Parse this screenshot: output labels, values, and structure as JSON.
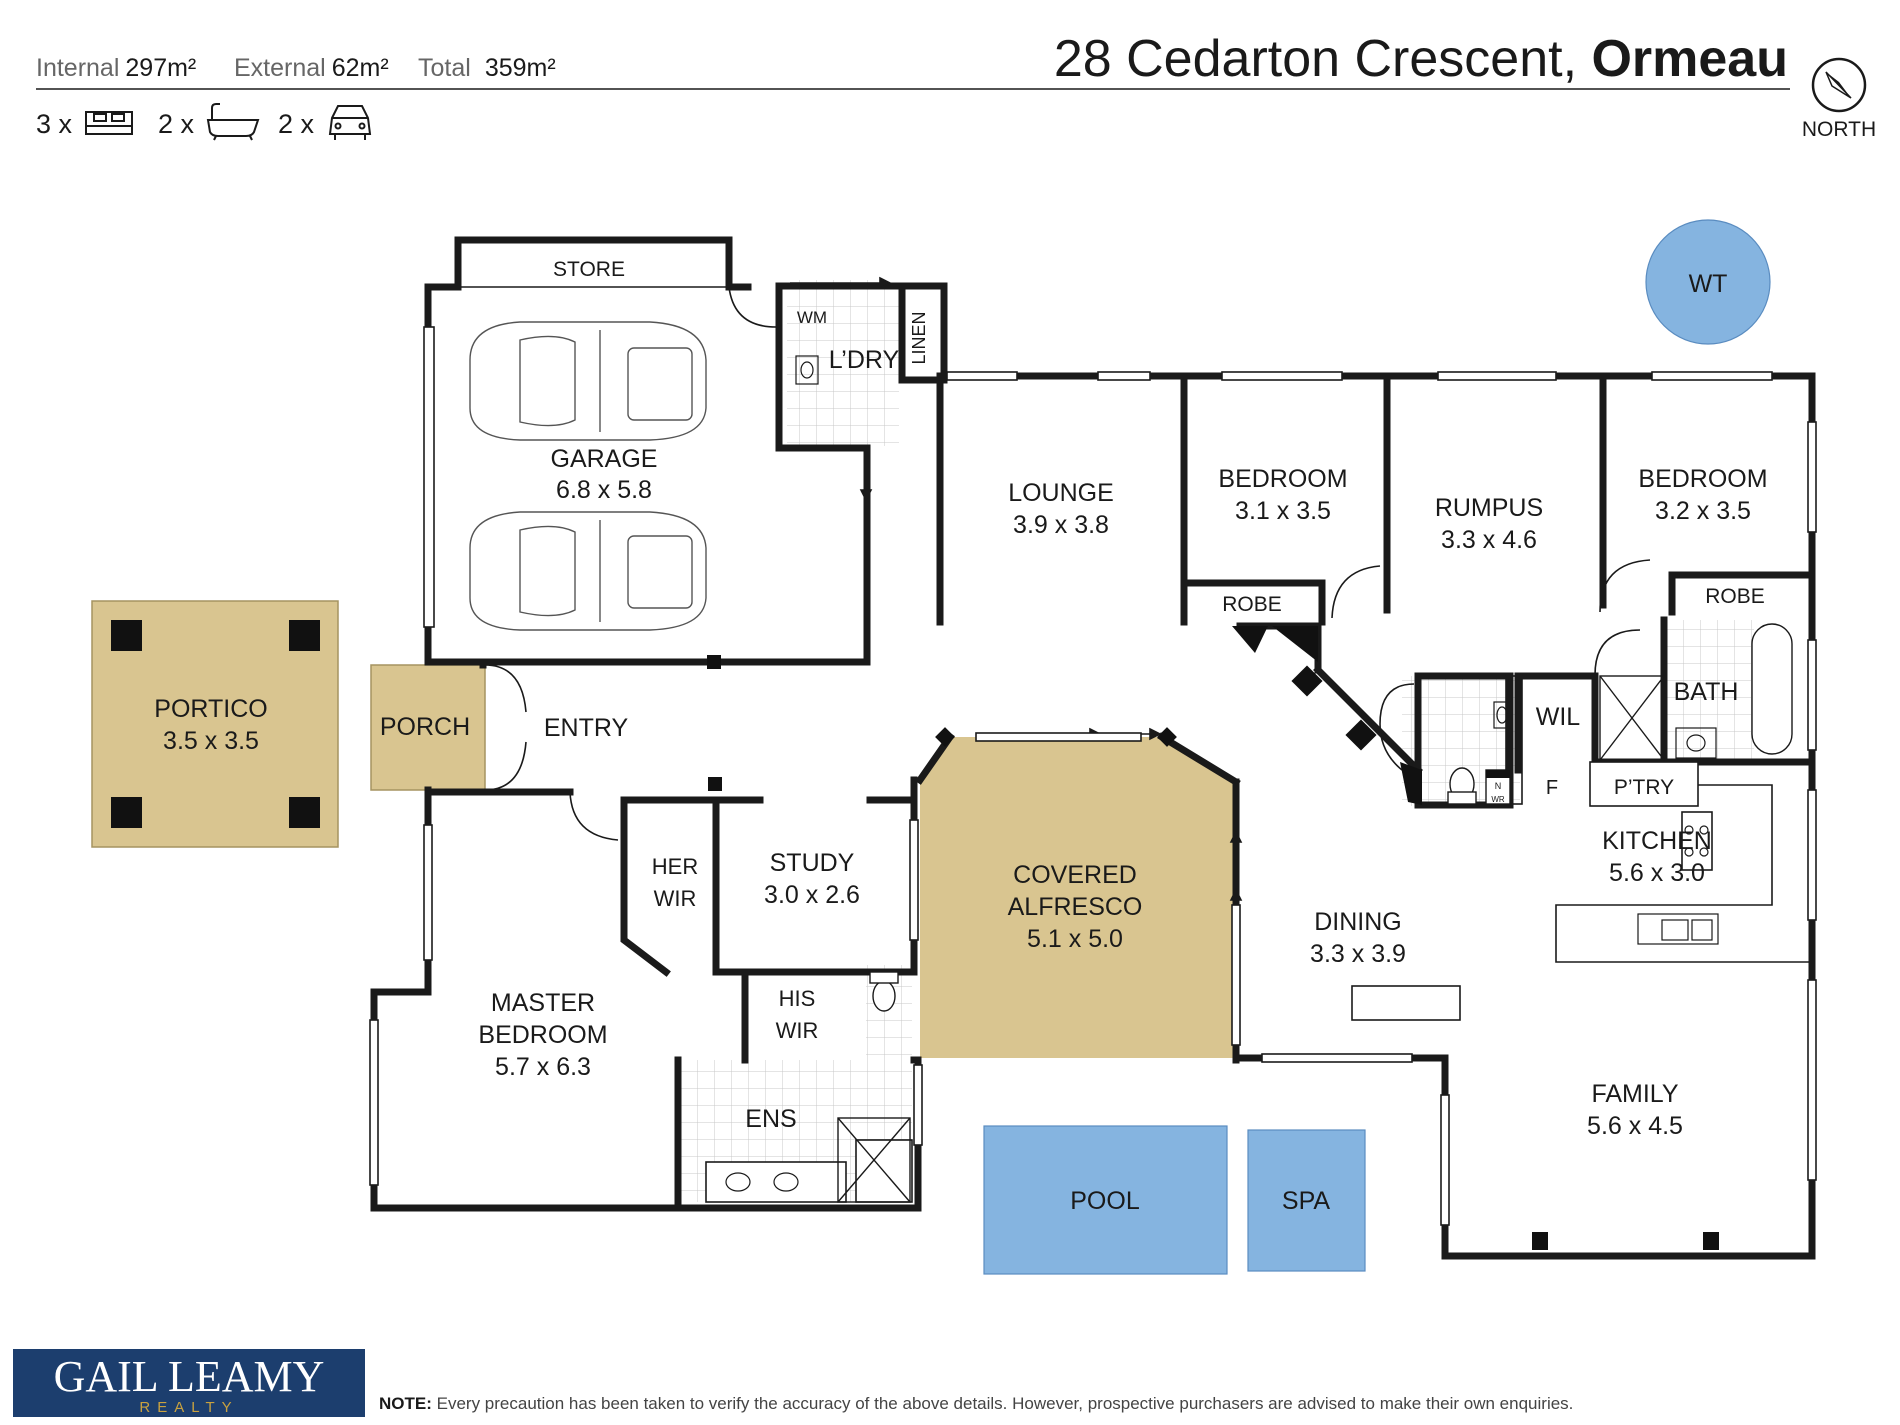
{
  "header": {
    "internal_label": "Internal",
    "internal_value": "297m²",
    "external_label": "External",
    "external_value": "62m²",
    "total_label": "Total",
    "total_value": "359m²",
    "address_street": "28 Cedarton Crescent, ",
    "address_suburb": "Ormeau",
    "bed_count": "3 x",
    "bath_count": "2 x",
    "car_count": "2 x",
    "north_label": "NORTH"
  },
  "rooms": {
    "store": "STORE",
    "wm": "WM",
    "laundry": "L’DRY",
    "linen": "LINEN",
    "garage": "GARAGE",
    "garage_dim": "6.8 x 5.8",
    "lounge": "LOUNGE",
    "lounge_dim": "3.9 x 3.8",
    "bedroom2": "BEDROOM",
    "bedroom2_dim": "3.1 x 3.5",
    "robe2": "ROBE",
    "rumpus": "RUMPUS",
    "rumpus_dim": "3.3 x 4.6",
    "bedroom3": "BEDROOM",
    "bedroom3_dim": "3.2 x 3.5",
    "robe3": "ROBE",
    "bath": "BATH",
    "wil": "WIL",
    "fridge": "F",
    "pantry": "P’TRY",
    "kitchen": "KITCHEN",
    "kitchen_dim": "5.6 x 3.0",
    "portico": "PORTICO",
    "portico_dim": "3.5 x 3.5",
    "porch": "PORCH",
    "entry": "ENTRY",
    "her_wir_1": "HER",
    "her_wir_2": "WIR",
    "study": "STUDY",
    "study_dim": "3.0 x 2.6",
    "alfresco_1": "COVERED",
    "alfresco_2": "ALFRESCO",
    "alfresco_dim": "5.1 x 5.0",
    "dining": "DINING",
    "dining_dim": "3.3 x 3.9",
    "his_wir_1": "HIS",
    "his_wir_2": "WIR",
    "master_1": "MASTER",
    "master_2": "BEDROOM",
    "master_dim": "5.7 x 6.3",
    "ens": "ENS",
    "family": "FAMILY",
    "family_dim": "5.6 x 4.5",
    "pool": "POOL",
    "spa": "SPA",
    "wt": "WT",
    "dw_n": "N",
    "dw_wr": "WR"
  },
  "footer": {
    "logo_main": "GAIL LEAMY",
    "logo_sub": "REALTY",
    "note_label": "NOTE:",
    "note_text": " Every precaution has been taken to verify the accuracy of the above details. However, prospective purchasers are advised to make their own enquiries."
  },
  "colors": {
    "wall": "#1a1a1a",
    "outdoor_fill": "#d9c590",
    "water_fill": "#85b4e0",
    "logo_bg": "#1c3e6e",
    "logo_gold": "#c9a23f"
  },
  "icons": [
    "bed-icon",
    "bath-icon",
    "car-icon",
    "north-arrow-icon",
    "car-outline-icon",
    "toilet-icon",
    "basin-icon",
    "bathtub-icon",
    "shower-icon",
    "cooktop-icon",
    "sink-icon"
  ]
}
